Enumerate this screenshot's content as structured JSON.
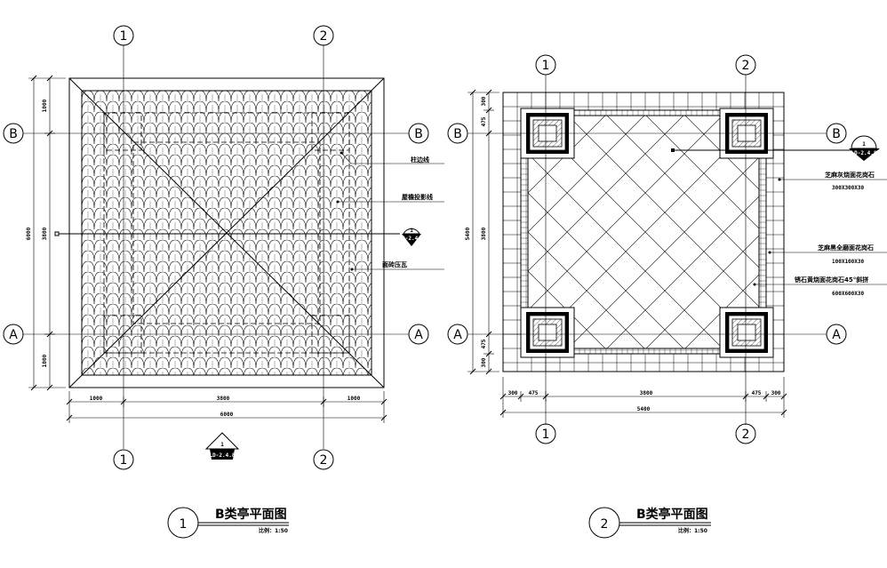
{
  "grid": {
    "c1": "1",
    "c2": "2",
    "rB": "B",
    "rA": "A"
  },
  "plan1": {
    "title": "B类亭平面图",
    "number": "1",
    "scale": "比例：1:50",
    "dims_bottom": [
      "1000",
      "3800",
      "1000"
    ],
    "dims_total": "6000",
    "dims_left": [
      "1000",
      "3800",
      "1000"
    ],
    "dims_left_total": "6000",
    "callouts": [
      "柱边线",
      "屋檐投影线",
      "面砖压瓦"
    ],
    "section_mark": {
      "num": "1",
      "ref": "LD-2.4.7"
    },
    "bottom_mark": {
      "num": "1",
      "ref": "LD-2.4.8"
    }
  },
  "plan2": {
    "title": "B类亭平面图",
    "number": "2",
    "scale": "比例：1:50",
    "dims_bottom": [
      "300",
      "475",
      "3800",
      "475",
      "300"
    ],
    "dims_total": "5400",
    "dims_left": [
      "300",
      "475",
      "3800",
      "475",
      "300"
    ],
    "dims_left_total": "5400",
    "callouts": [
      {
        "name": "芝麻灰烧面花岗石",
        "spec": "300X300X30"
      },
      {
        "name": "芝麻黑全磨面花岗石",
        "spec": "100X100X30"
      },
      {
        "name": "锈石黄烧面花岗石45°斜拼",
        "spec": "600X600X30"
      }
    ],
    "section_mark": {
      "num": "1",
      "ref": "LD-2.4.8"
    }
  }
}
